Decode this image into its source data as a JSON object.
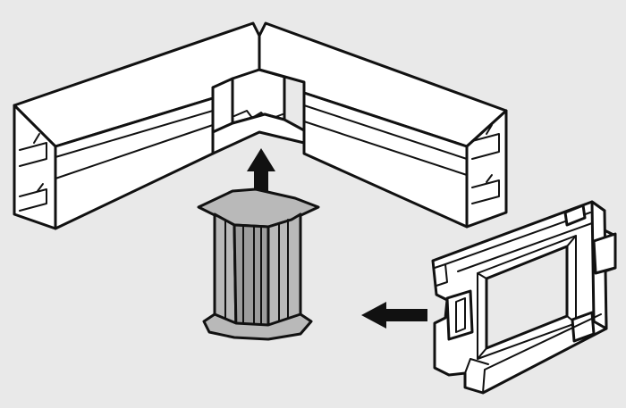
{
  "colors": {
    "background": "#e9e9e9",
    "trunking": "#ffffff",
    "insert": "#b9b9b9",
    "insert_shade": "#9d9d9d",
    "outline": "#111111",
    "arrow": "#111111"
  },
  "parts": [
    {
      "id": "corner-trunking",
      "icon": "l-shaped-trunking-icon"
    },
    {
      "id": "internal-corner-insert",
      "icon": "grey-insert-icon"
    },
    {
      "id": "accessory-frame",
      "icon": "mounting-frame-icon"
    }
  ],
  "arrows": [
    {
      "direction": "up",
      "icon": "arrow-up-icon"
    },
    {
      "direction": "left",
      "icon": "arrow-left-icon"
    }
  ]
}
